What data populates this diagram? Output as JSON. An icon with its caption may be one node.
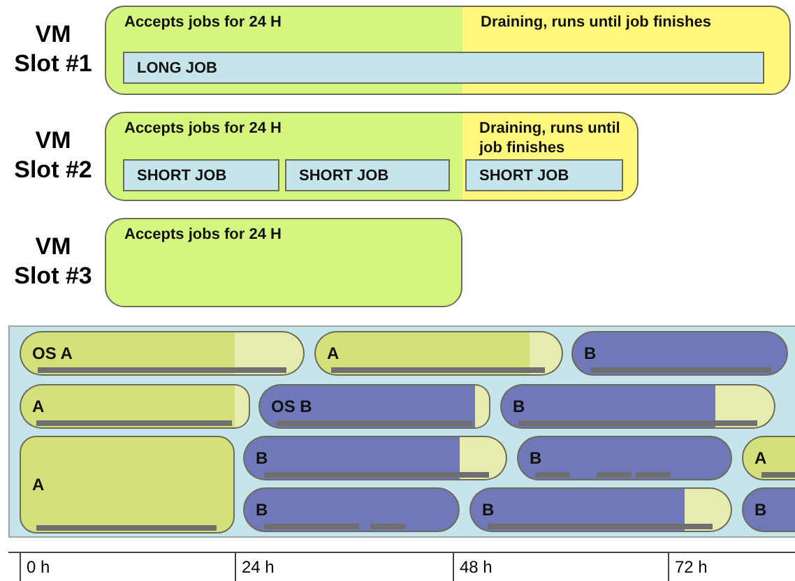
{
  "diagram": {
    "nodes": [
      {
        "text": [
          "Accepts jobs for 24 H",
          "Draining, runs until job finishes"
        ]
      },
      {
        "text": [
          "LONG JOB"
        ],
        "in": 0
      },
      {
        "text": [
          "Accepts jobs for 24 H"
        ]
      },
      {
        "text": [
          "Draining, runs until job finishes"
        ]
      },
      {
        "text": [
          "SHORT JOB"
        ],
        "in": 2
      },
      {
        "text": [
          "SHORT JOB"
        ],
        "in": 2
      },
      {
        "text": [
          "SHORT JOB"
        ],
        "in": 3
      },
      {
        "text": [
          "Accepts jobs for 24 H"
        ]
      },
      {
        "text": [],
        "shape": "box"
      },
      {
        "text": [
          "OS A"
        ],
        "in": 8
      },
      {
        "text": [],
        "shape": "bar",
        "in": 8
      },
      {
        "text": [
          "A"
        ],
        "in": 8
      },
      {
        "text": [],
        "shape": "bar",
        "in": 8
      },
      {
        "text": [
          "B"
        ],
        "in": 8
      },
      {
        "text": [
          "A"
        ],
        "in": 8
      },
      {
        "text": [],
        "shape": "bar",
        "in": 8
      },
      {
        "text": [
          "OS B"
        ],
        "in": 8
      },
      {
        "text": [],
        "shape": "bar",
        "in": 8
      },
      {
        "text": [
          "B"
        ],
        "in": 8
      },
      {
        "text": [],
        "shape": "bar",
        "in": 8
      },
      {
        "text": [
          "A"
        ],
        "in": 8
      },
      {
        "text": [
          "B"
        ],
        "in": 8
      },
      {
        "text": [],
        "shape": "bar",
        "in": 8
      },
      {
        "text": [
          "B"
        ],
        "in": 8
      },
      {
        "text": [
          "A"
        ],
        "in": 8
      },
      {
        "text": [
          "B"
        ],
        "in": 8
      },
      {
        "text": [
          "B"
        ],
        "in": 8
      },
      {
        "text": [],
        "shape": "bar",
        "in": 8
      },
      {
        "text": [
          "B"
        ],
        "in": 8
      }
    ],
    "labels": [
      "VM Slot #1",
      "VM Slot #2",
      "VM Slot #3",
      "0 h",
      "24 h",
      "48 h",
      "72 h"
    ]
  }
}
